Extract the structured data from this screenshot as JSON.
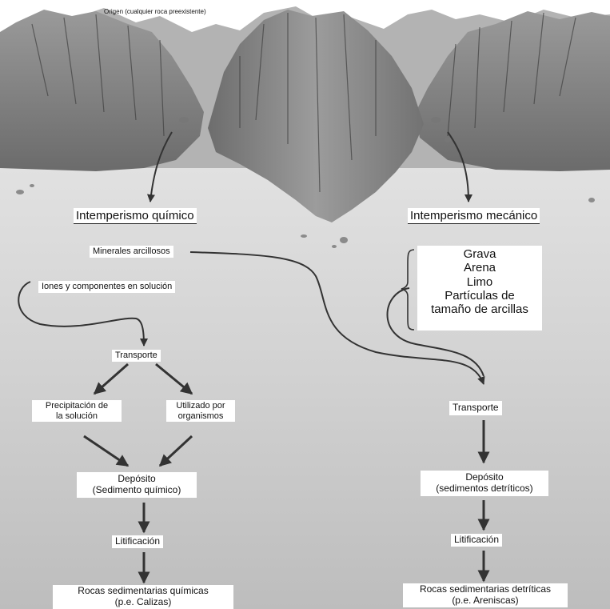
{
  "origin_label": "Origen (cualquier roca preexistente)",
  "chemical": {
    "title": "Intemperismo químico",
    "clay_minerals": "Minerales arcillosos",
    "ions": "Iones y componentes en solución",
    "transport": "Transporte",
    "precipitation": [
      "Precipitación de",
      "la solución"
    ],
    "organisms": [
      "Utilizado por",
      "organismos"
    ],
    "deposit": [
      "Depósito",
      "(Sedimento químico)"
    ],
    "lithification": "Litificación",
    "rocks": [
      "Rocas sedimentarias químicas",
      "(p.e. Calizas)"
    ]
  },
  "mechanical": {
    "title": "Intemperismo mecánico",
    "products": [
      "Grava",
      "Arena",
      "Limo",
      "Partículas de",
      "tamaño de arcillas"
    ],
    "transport": "Transporte",
    "deposit": [
      "Depósito",
      "(sedimentos detríticos)"
    ],
    "lithification": "Litificación",
    "rocks": [
      "Rocas sedimentarias detríticas",
      "(p.e. Areniscas)"
    ]
  },
  "colors": {
    "sky": "#ffffff",
    "mountain": "#8a8a8a",
    "mountain_dark": "#555555",
    "ground": "#d6d6d6",
    "arrow": "#3a3a3a",
    "label_bg": "#ffffff"
  }
}
